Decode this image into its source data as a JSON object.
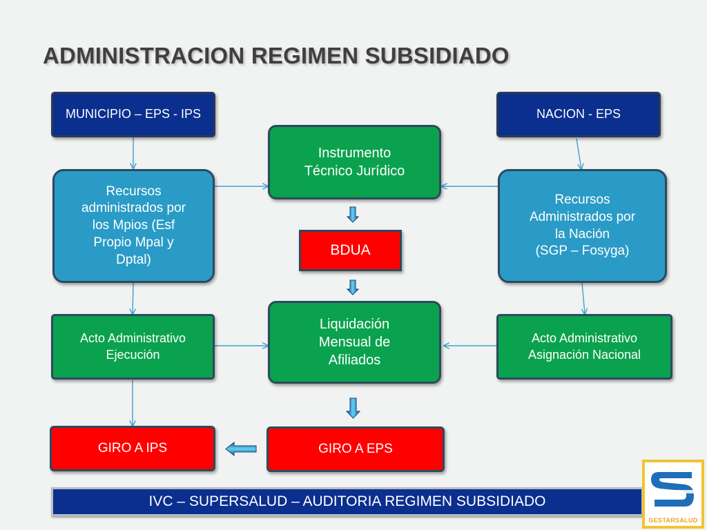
{
  "title": "ADMINISTRACION REGIMEN SUBSIDIADO",
  "nodes": {
    "municipio_eps_ips": "MUNICIPIO – EPS - IPS",
    "nacion_eps": "NACION - EPS",
    "instrumento": "Instrumento\nTécnico Jurídico",
    "recursos_mpios": "Recursos\nadministrados por\nlos Mpios (Esf\nPropio  Mpal y\nDptal)",
    "recursos_nacion": "Recursos\nAdministrados por\nla Nación\n(SGP – Fosyga)",
    "bdua": "BDUA",
    "liquidacion": "Liquidación\nMensual de\nAfiliados",
    "acto_ejecucion": "Acto Administrativo\nEjecución",
    "acto_asignacion": "Acto Administrativo\nAsignación Nacional",
    "giro_ips": "GIRO A IPS",
    "giro_eps": "GIRO A EPS"
  },
  "footer": "IVC – SUPERSALUD – AUDITORIA REGIMEN SUBSIDIADO",
  "logo": {
    "label": "GESTARSALUD"
  },
  "colors": {
    "navy": "#0b2f8f",
    "teal": "#2a9bc6",
    "green": "#0aa24e",
    "red": "#ff0000",
    "connector": "#3aa3c9",
    "logo_border": "#f2c230",
    "logo_mark": "#1f6fb8"
  }
}
